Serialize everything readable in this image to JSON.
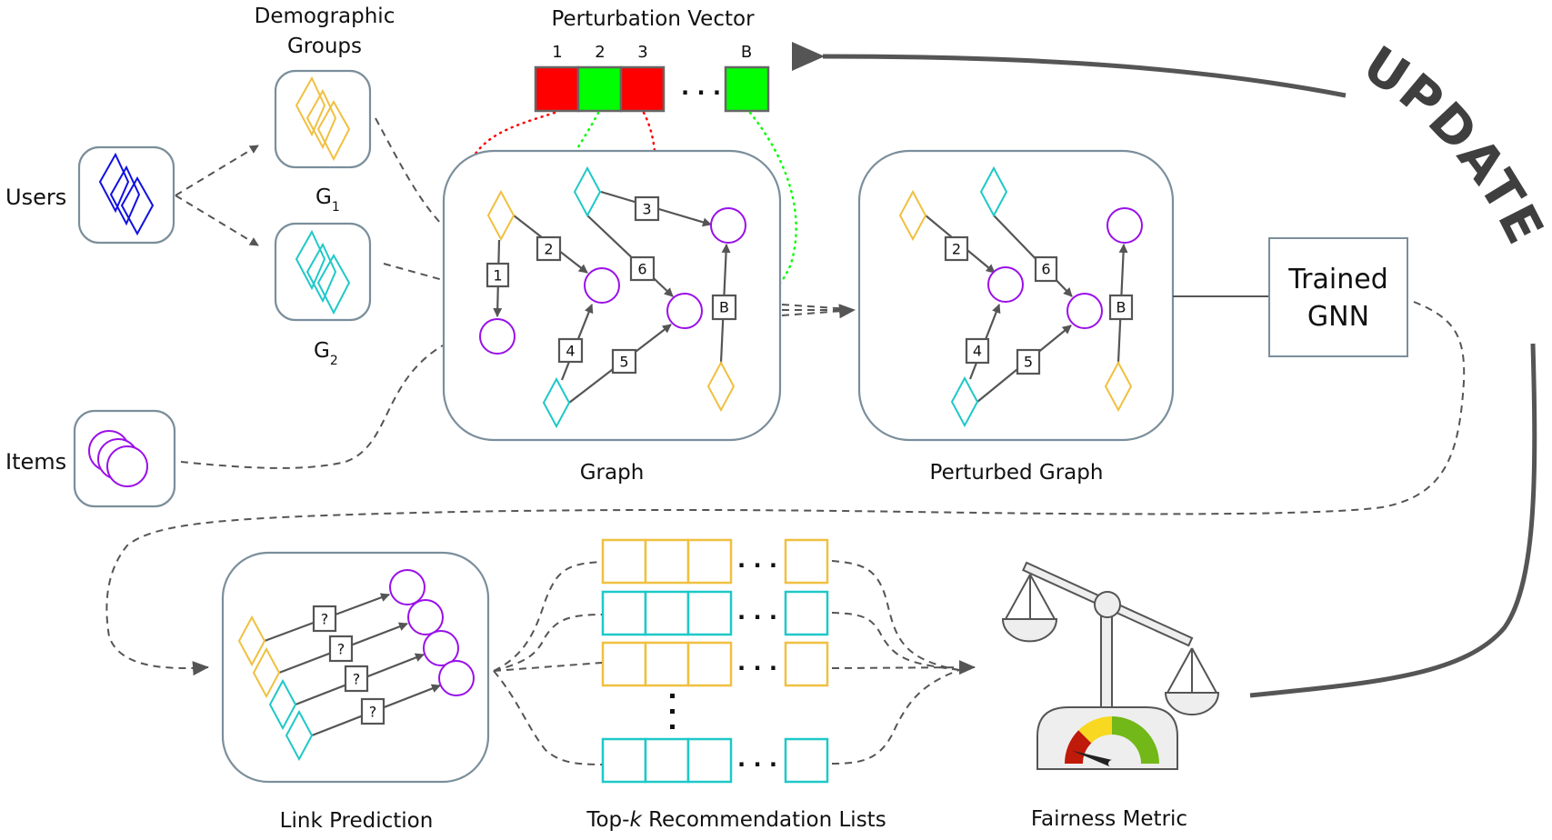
{
  "labels": {
    "users": "Users",
    "items": "Items",
    "demographic_groups_line1": "Demographic",
    "demographic_groups_line2": "Groups",
    "group1": "G",
    "group1_sub": "1",
    "group2": "G",
    "group2_sub": "2",
    "perturbation_vector": "Perturbation Vector",
    "graph": "Graph",
    "perturbed_graph": "Perturbed Graph",
    "trained_gnn_line1": "Trained",
    "trained_gnn_line2": "GNN",
    "link_prediction": "Link Prediction",
    "topk_prefix": "Top-",
    "topk_k": "k",
    "topk_suffix": " Recommendation Lists",
    "fairness_metric": "Fairness Metric",
    "update": "UPDATE",
    "ellipsis": ". . ."
  },
  "perturbation_vector": {
    "cells": [
      {
        "index": "1",
        "state": "removed",
        "color": "#ff0000"
      },
      {
        "index": "2",
        "state": "kept",
        "color": "#00ff00"
      },
      {
        "index": "3",
        "state": "removed",
        "color": "#ff0000"
      },
      {
        "index": "B",
        "state": "kept",
        "color": "#00ff00"
      }
    ]
  },
  "graph_edges": [
    "1",
    "2",
    "3",
    "4",
    "5",
    "6",
    "B"
  ],
  "perturbed_graph_edges": [
    "2",
    "4",
    "5",
    "6",
    "B"
  ],
  "link_prediction_edges": [
    "?",
    "?",
    "?",
    "?"
  ],
  "recommendation_lists": [
    {
      "group": "G1",
      "color": "#f0c040"
    },
    {
      "group": "G2",
      "color": "#1fc8c8"
    },
    {
      "group": "G1",
      "color": "#f0c040"
    },
    {
      "group": "G2",
      "color": "#1fc8c8"
    }
  ],
  "colors": {
    "users": "#1010e0",
    "group1": "#f0c040",
    "group2": "#1fc8c8",
    "items": "#9a10e8",
    "frame": "#7b8e9b",
    "arrow": "#555555",
    "removed": "#ff0000",
    "kept": "#00ff00",
    "gauge_red": "#c01a0a",
    "gauge_yellow": "#f8d820",
    "gauge_green": "#72b818"
  },
  "fairness_gauge": {
    "level": 0.1
  }
}
